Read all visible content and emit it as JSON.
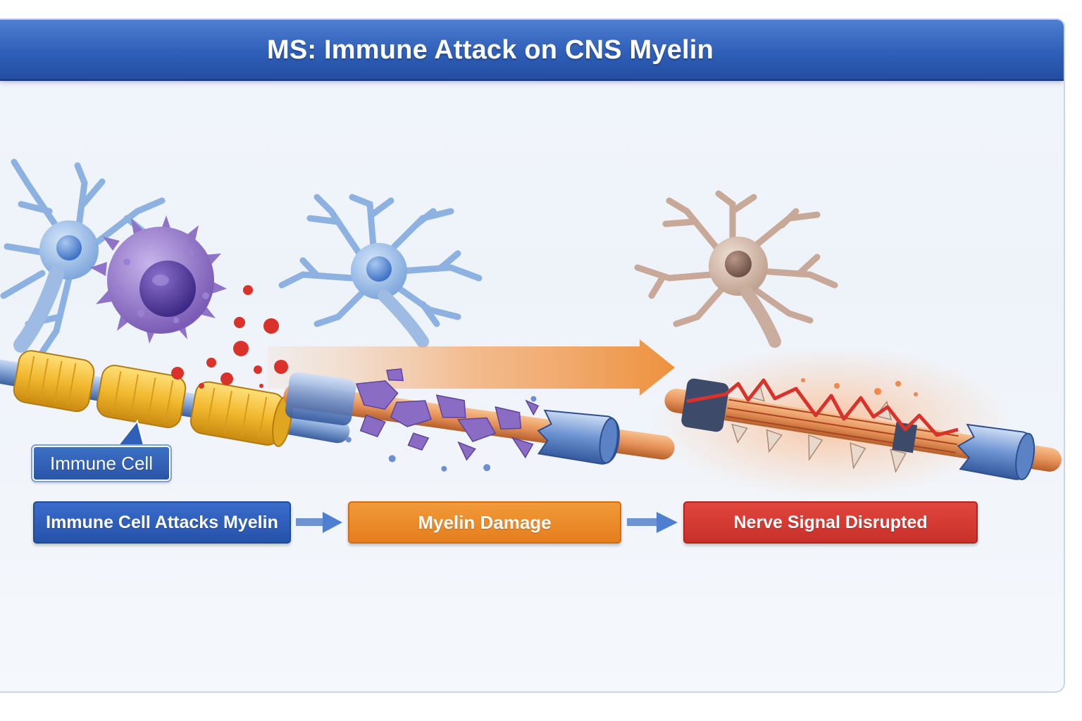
{
  "title": "MS: Immune Attack on CNS Myelin",
  "callout": {
    "label": "Immune Cell"
  },
  "steps": [
    {
      "label": "Immune Cell Attacks Myelin",
      "color": "#2f5fb8"
    },
    {
      "label": "Myelin Damage",
      "color": "#e8862a"
    },
    {
      "label": "Nerve Signal Disrupted",
      "color": "#d43a32"
    }
  ],
  "colors": {
    "header": "#2f5fb8",
    "healthy_neuron": "#7fa8dc",
    "damaged_neuron": "#b99a8a",
    "immune_cell": "#7a5bb5",
    "myelin_healthy": "#f2b82e",
    "myelin_damaged": "#8a6cc4",
    "axon": "#e7935a",
    "signal_disruption": "#d8322a",
    "process_arrow": "#f0a466"
  }
}
